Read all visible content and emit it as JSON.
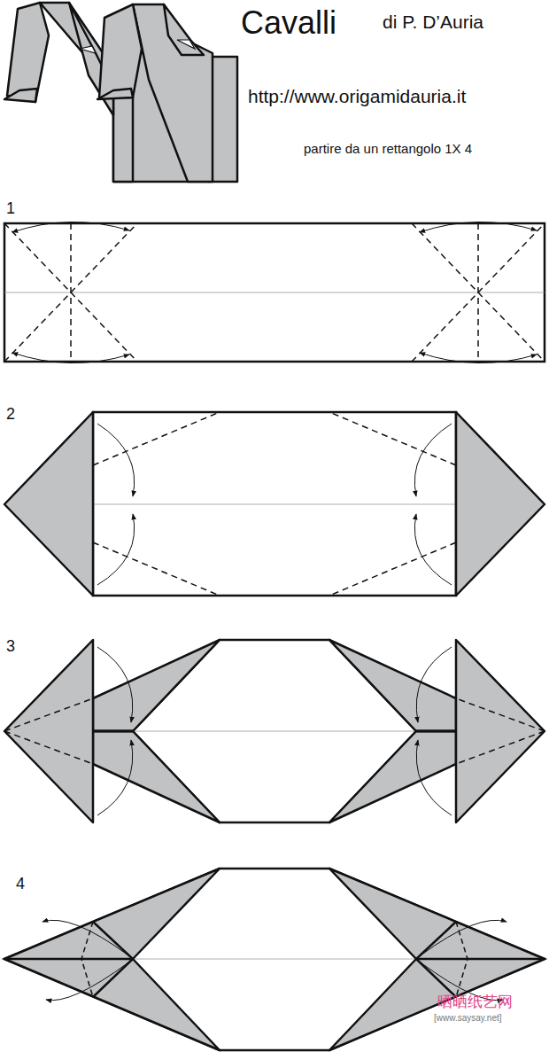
{
  "diagram": {
    "title": "Cavalli",
    "labels": [
      "di P. D’Auria",
      "http://www.origamidauria.it",
      "partire da un rettangolo 1X 4",
      "1",
      "2",
      "3",
      "4",
      "晒晒纸艺网",
      "[www.saysay.net]"
    ]
  }
}
